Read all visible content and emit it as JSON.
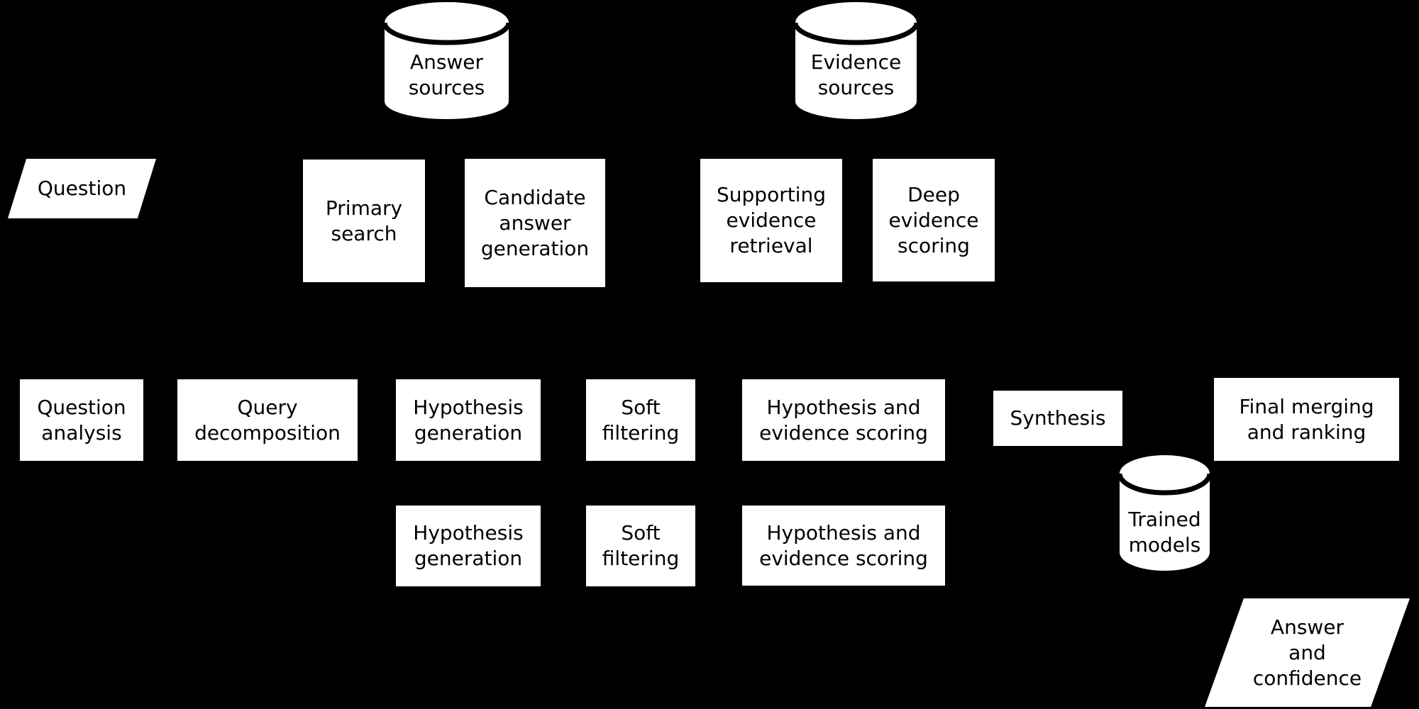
{
  "colors": {
    "background": "#000000",
    "node_fill": "#ffffff",
    "node_text": "#000000",
    "rim_stroke": "#000000"
  },
  "nodes": {
    "answer_sources": {
      "shape": "cylinder",
      "label": "Answer\nsources"
    },
    "evidence_sources": {
      "shape": "cylinder",
      "label": "Evidence\nsources"
    },
    "trained_models": {
      "shape": "cylinder",
      "label": "Trained\nmodels"
    },
    "question": {
      "shape": "parallelogram",
      "label": "Question"
    },
    "answer_confidence": {
      "shape": "parallelogram",
      "label": "Answer\nand\nconfidence"
    },
    "primary_search": {
      "shape": "rect",
      "label": "Primary\nsearch"
    },
    "candidate_answer_generation": {
      "shape": "rect",
      "label": "Candidate\nanswer\ngeneration"
    },
    "supporting_evidence_retrieval": {
      "shape": "rect",
      "label": "Supporting\nevidence\nretrieval"
    },
    "deep_evidence_scoring": {
      "shape": "rect",
      "label": "Deep\nevidence\nscoring"
    },
    "question_analysis": {
      "shape": "rect",
      "label": "Question\nanalysis"
    },
    "query_decomposition": {
      "shape": "rect",
      "label": "Query\ndecomposition"
    },
    "hypothesis_generation_1": {
      "shape": "rect",
      "label": "Hypothesis\ngeneration"
    },
    "soft_filtering_1": {
      "shape": "rect",
      "label": "Soft\nfiltering"
    },
    "hypothesis_evidence_scoring_1": {
      "shape": "rect",
      "label": "Hypothesis and\nevidence scoring"
    },
    "synthesis": {
      "shape": "rect",
      "label": "Synthesis"
    },
    "final_merging_ranking": {
      "shape": "rect",
      "label": "Final merging\nand ranking"
    },
    "hypothesis_generation_2": {
      "shape": "rect",
      "label": "Hypothesis\ngeneration"
    },
    "soft_filtering_2": {
      "shape": "rect",
      "label": "Soft\nfiltering"
    },
    "hypothesis_evidence_scoring_2": {
      "shape": "rect",
      "label": "Hypothesis and\nevidence scoring"
    }
  }
}
